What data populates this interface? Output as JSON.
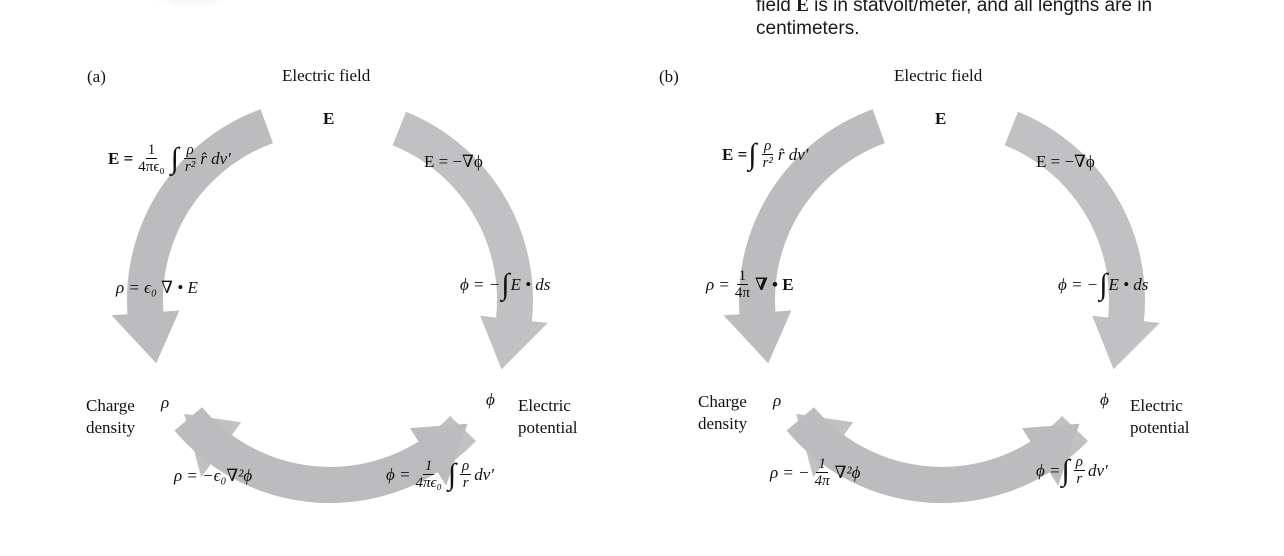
{
  "caption": {
    "line1_pre": "field ",
    "line1_bold": "E",
    "line1_post": " is in statvolt/meter, and all lengths are in",
    "line2": "centimeters."
  },
  "colors": {
    "arrow": "#bcbcbe",
    "text": "#111111"
  },
  "panel_a": {
    "tag": "(a)",
    "field_title": "Electric field",
    "E_symbol": "E",
    "charge_label_1": "Charge",
    "charge_label_2": "density",
    "rho_symbol": "ρ",
    "phi_symbol": "ϕ",
    "potential_label_1": "Electric",
    "potential_label_2": "potential",
    "eq_E_from_rho": {
      "lhs": "E =",
      "num": "1",
      "den": "4πϵ₀",
      "integral": "∫",
      "inner_num": "ρ",
      "inner_den": "r²",
      "tail": "r̂ dv′"
    },
    "eq_rho_from_E": {
      "lhs": "ρ = ϵ₀ ∇ • E"
    },
    "eq_E_from_phi": {
      "lhs": "E = −∇ϕ"
    },
    "eq_phi_from_E": {
      "lhs": "ϕ = −",
      "integral": "∫",
      "tail": "E • ds"
    },
    "eq_rho_from_phi": {
      "lhs": "ρ = −ϵ₀∇²ϕ"
    },
    "eq_phi_from_rho": {
      "lhs": "ϕ =",
      "num": "1",
      "den": "4πϵ₀",
      "integral": "∫",
      "inner_num": "ρ",
      "inner_den": "r",
      "tail": "dv′"
    }
  },
  "panel_b": {
    "tag": "(b)",
    "field_title": "Electric field",
    "E_symbol": "E",
    "charge_label_1": "Charge",
    "charge_label_2": "density",
    "rho_symbol": "ρ",
    "phi_symbol": "ϕ",
    "potential_label_1": "Electric",
    "potential_label_2": "potential",
    "eq_E_from_rho": {
      "lhs": "E =",
      "integral": "∫",
      "inner_num": "ρ",
      "inner_den": "r²",
      "tail": "r̂ dv′"
    },
    "eq_rho_from_E": {
      "lhs": "ρ =",
      "num": "1",
      "den": "4π",
      "tail": "∇ • E"
    },
    "eq_E_from_phi": {
      "lhs": "E = −∇ϕ"
    },
    "eq_phi_from_E": {
      "lhs": "ϕ = −",
      "integral": "∫",
      "tail": "E • ds"
    },
    "eq_rho_from_phi": {
      "lhs": "ρ = −",
      "num": "1",
      "den": "4π",
      "tail": "∇²ϕ"
    },
    "eq_phi_from_rho": {
      "lhs": "ϕ =",
      "integral": "∫",
      "inner_num": "ρ",
      "inner_den": "r",
      "tail": "dv′"
    }
  }
}
